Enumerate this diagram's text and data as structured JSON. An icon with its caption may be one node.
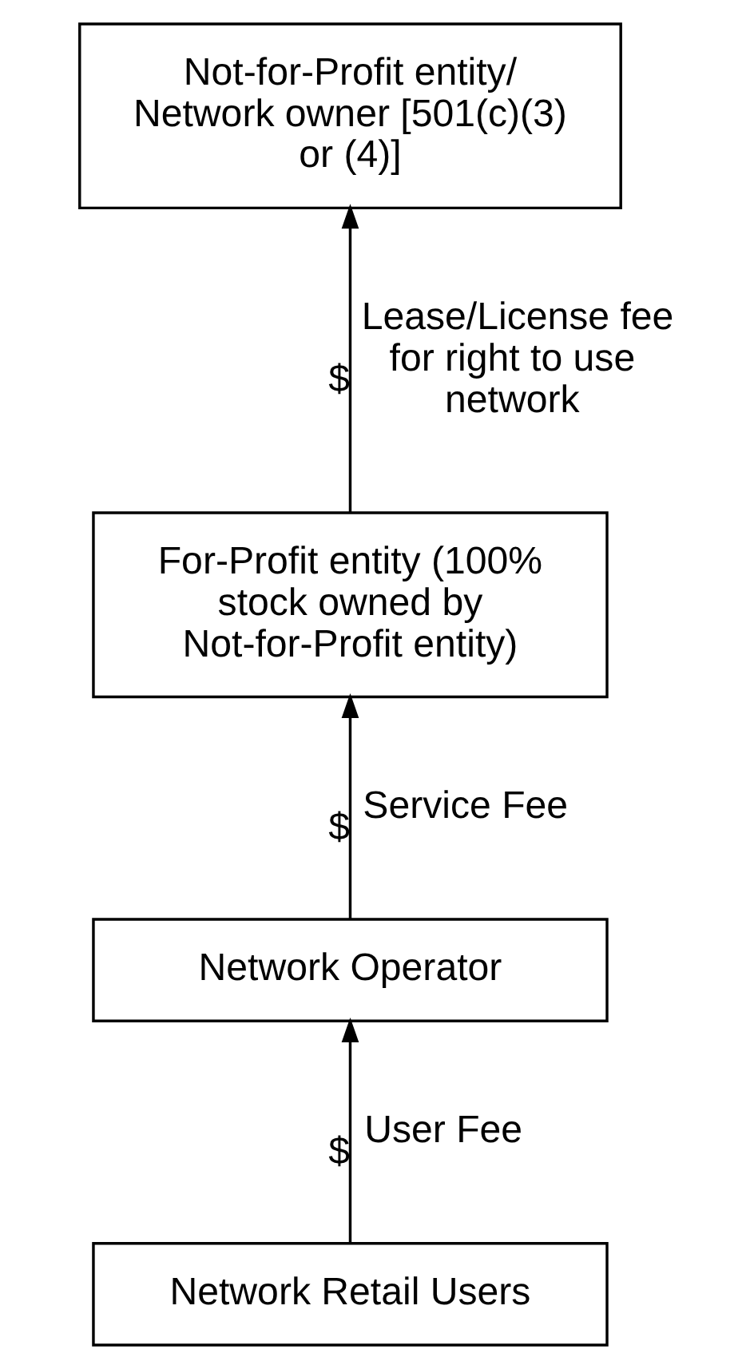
{
  "diagram": {
    "nodes": [
      {
        "text": [
          "Not-for-Profit entity/ Network owner [501(c)(3) or (4)]"
        ]
      },
      {
        "text": [
          "For-Profit entity (100% stock owned by Not-for-Profit entity)"
        ]
      },
      {
        "text": [
          "Network Operator"
        ]
      },
      {
        "text": [
          "Network Retail Users"
        ]
      }
    ],
    "edges": [
      {
        "from": 1,
        "to": 0,
        "arrow": "to",
        "label": "Lease/License fee for right to use network"
      },
      {
        "from": 2,
        "to": 1,
        "arrow": "to",
        "label": "Service Fee"
      },
      {
        "from": 3,
        "to": 2,
        "arrow": "to",
        "label": "User Fee"
      }
    ],
    "labels": [
      "$",
      "$",
      "$"
    ]
  }
}
